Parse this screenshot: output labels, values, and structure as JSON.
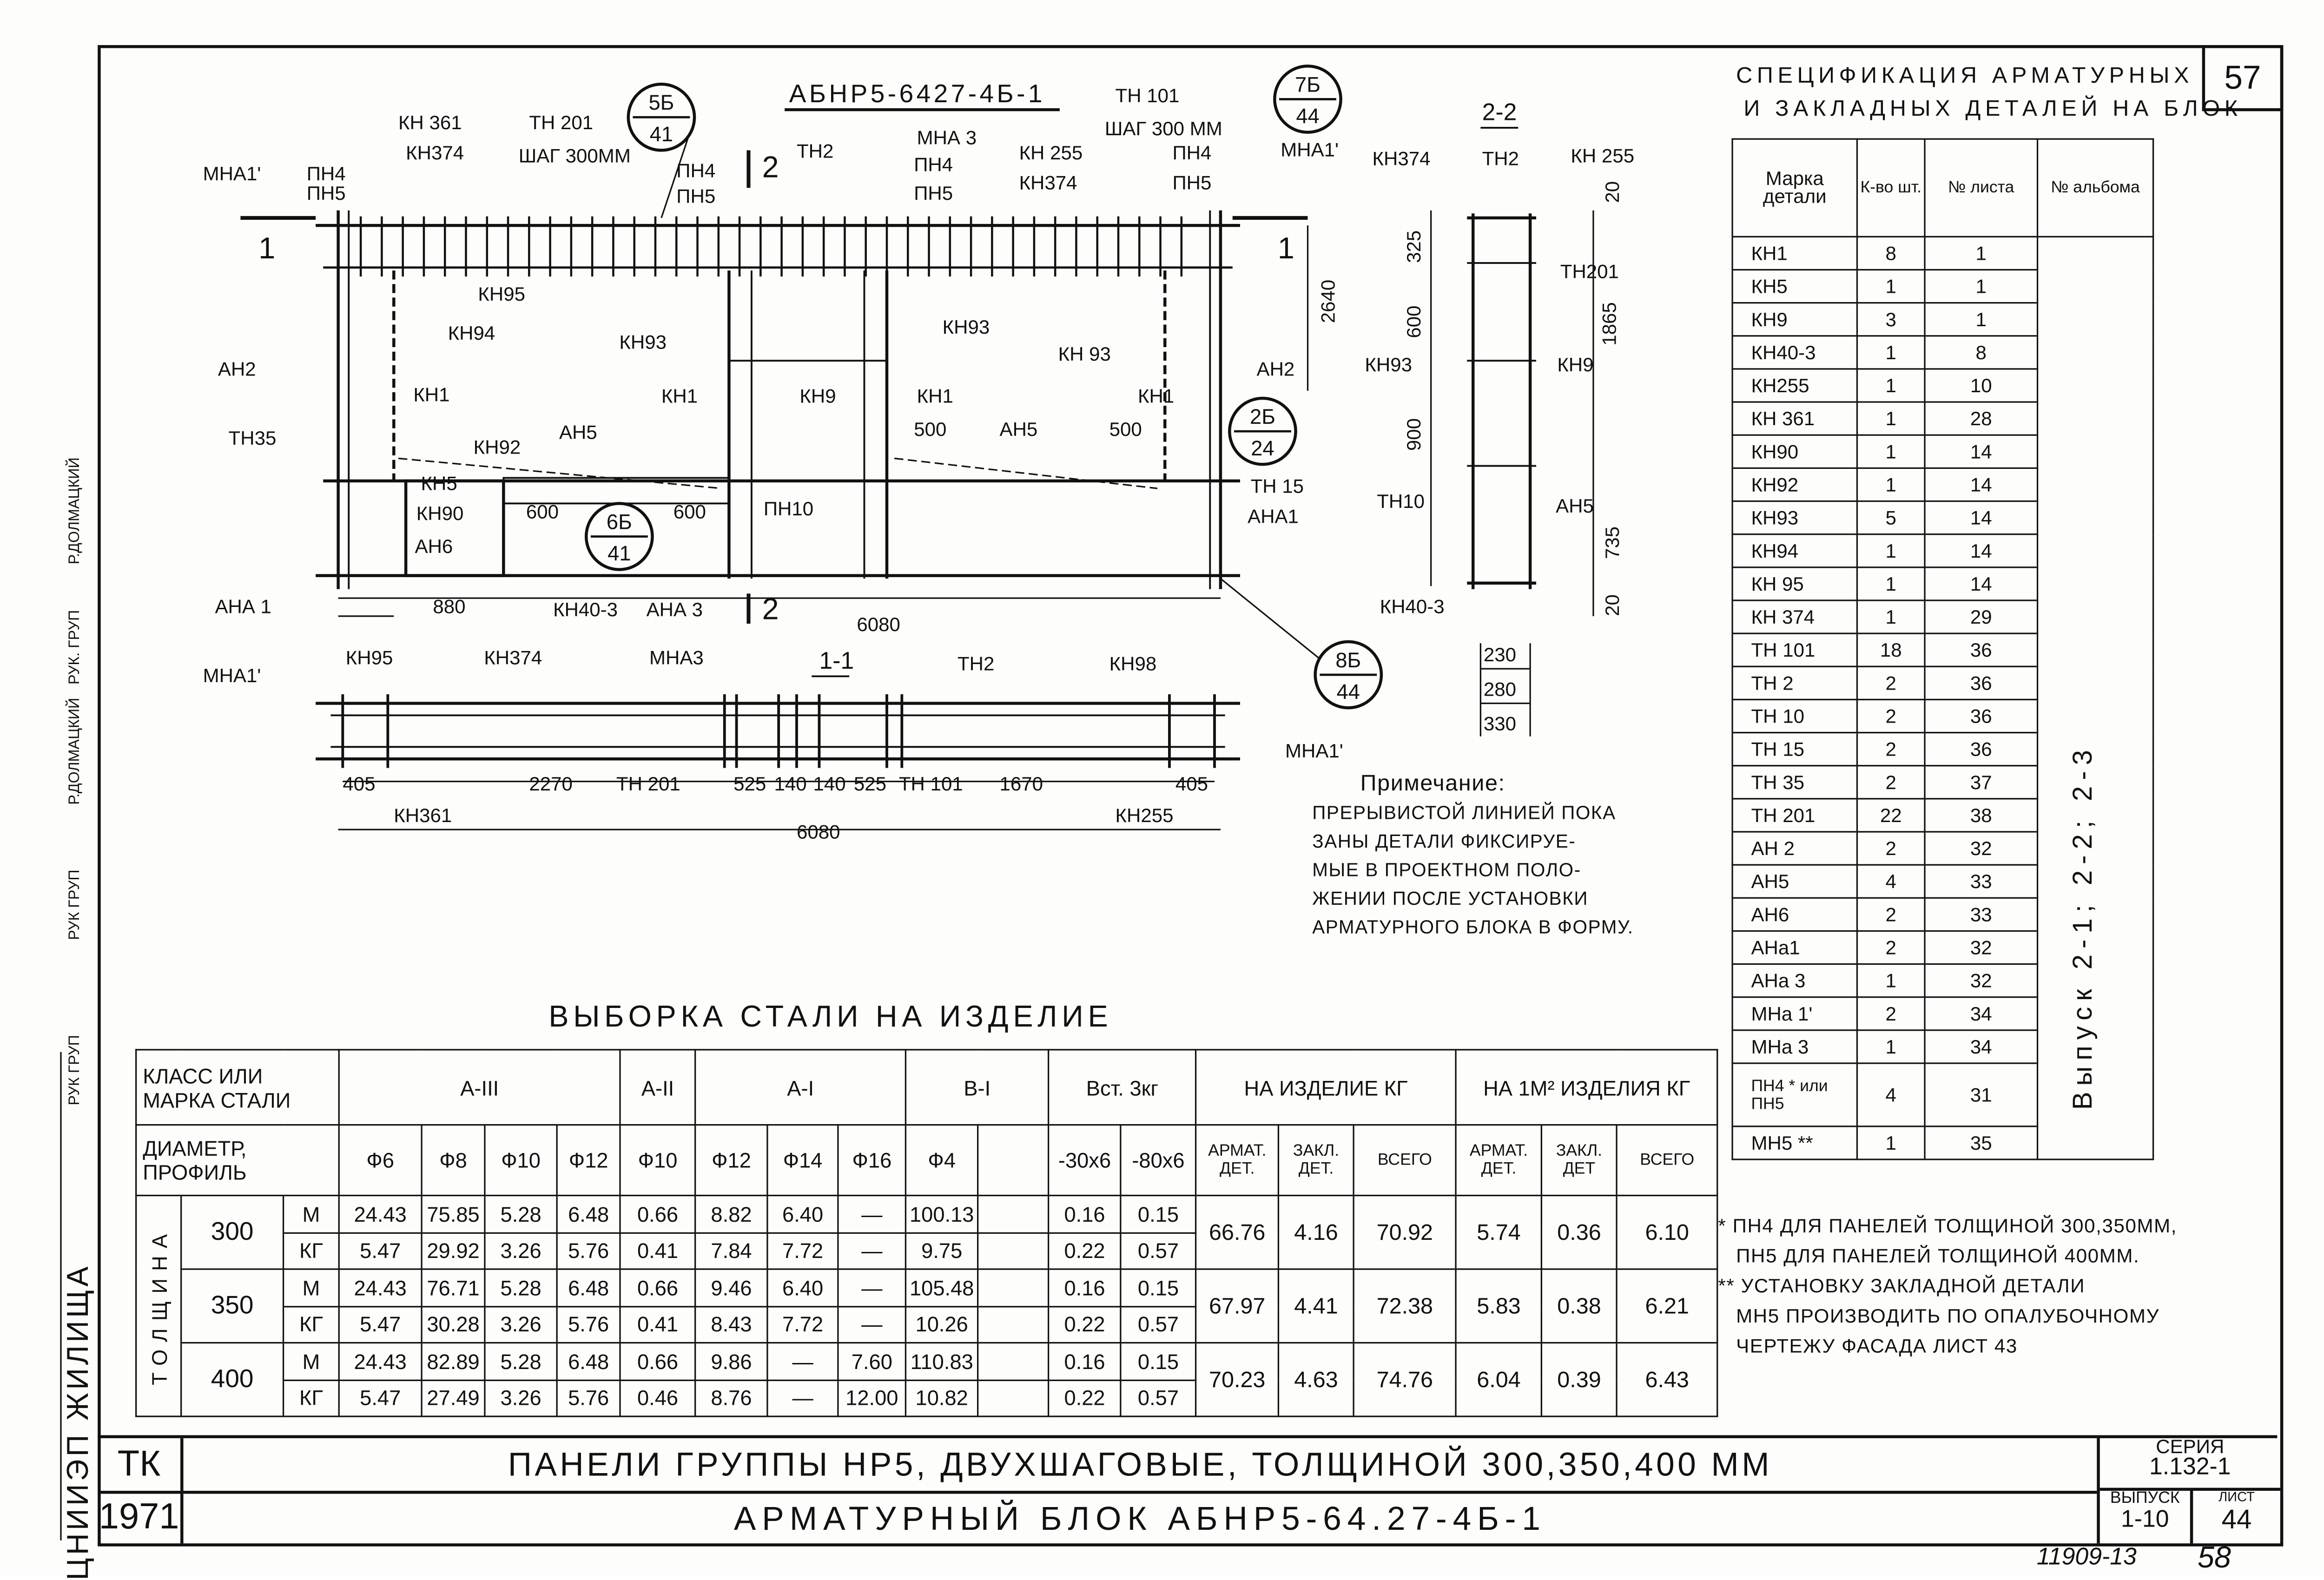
{
  "sheet": {
    "number_top": "57",
    "bottom_code": "11909-13",
    "bottom_page": "58"
  },
  "stamp": {
    "org": "ЦНИИЭП ЖИЛИЩА",
    "roles": [
      "РУК ГРУП",
      "РУК ГРУП",
      "Р.ДОЛМАЦКИЙ",
      "РУК. ГРУП",
      "Р.ДОЛМАЦКИЙ"
    ]
  },
  "drawing": {
    "title": "АБНР5-6427-4б-1",
    "elevation_labels": [
      "КН 361",
      "ТН 201",
      "КН374",
      "ШАГ 300ММ",
      "МНа1'",
      "ПН4",
      "ПН5",
      "ПН4",
      "ПН5",
      "ТН2",
      "МНа 3",
      "ПН4",
      "ПН5",
      "КН 255",
      "КН374",
      "ТН 101",
      "ШАГ 300 ММ",
      "ПН4",
      "ПН5",
      "МНа1'",
      "КН95",
      "КН94",
      "КН93",
      "КН93",
      "КН 93",
      "АН2",
      "КН1",
      "КН1",
      "КН9",
      "КН1",
      "КН1",
      "АН2",
      "2640",
      "ТН35",
      "КН92",
      "АН5",
      "500",
      "АН5",
      "500",
      "КН5",
      "ТН 15",
      "КН90",
      "600",
      "600",
      "ПН10",
      "АН6",
      "АНа1",
      "АНа 1",
      "880",
      "КН40-3",
      "АНа 3",
      "6080"
    ],
    "callouts": [
      {
        "top": "5б",
        "bottom": "41"
      },
      {
        "top": "7б",
        "bottom": "44"
      },
      {
        "top": "2б",
        "bottom": "24"
      },
      {
        "top": "6б",
        "bottom": "41"
      },
      {
        "top": "8б",
        "bottom": "44"
      }
    ],
    "section_marks": [
      "1",
      "1",
      "2",
      "2"
    ],
    "section22": {
      "title": "2-2",
      "labels": [
        "КН374",
        "ТН2",
        "КН 255",
        "20",
        "325",
        "ТН201",
        "600",
        "1865",
        "КН93",
        "КН9",
        "900",
        "ТН10",
        "АН5",
        "735",
        "20",
        "КН40-3",
        "230",
        "280",
        "330"
      ]
    },
    "section11": {
      "title": "1-1",
      "labels": [
        "КН95",
        "КН374",
        "МНа3",
        "ТН2",
        "КН98",
        "МНа1'",
        "МНа1'",
        "405",
        "2270",
        "ТН 201",
        "525",
        "140",
        "140",
        "525",
        "ТН 101",
        "1670",
        "405",
        "КН361",
        "КН255",
        "6080"
      ]
    }
  },
  "note": {
    "title": "Примечание:",
    "lines": [
      "Прерывистой линией пока",
      "заны детали фиксируе-",
      "мые в проектном поло-",
      "жении после установки",
      "арматурного блока в форму."
    ]
  },
  "spec": {
    "title_line1": "спецификация арматурных",
    "title_line2": "и закладных деталей на блок",
    "headers": [
      "Марка детали",
      "К-во шт.",
      "№ листа",
      "№ альбома"
    ],
    "album": "Выпуск 2-1; 2-2; 2-3",
    "rows": [
      [
        "КН1",
        "8",
        "1"
      ],
      [
        "КН5",
        "1",
        "1"
      ],
      [
        "КН9",
        "3",
        "1"
      ],
      [
        "КН40-3",
        "1",
        "8"
      ],
      [
        "КН255",
        "1",
        "10"
      ],
      [
        "КН 361",
        "1",
        "28"
      ],
      [
        "КН90",
        "1",
        "14"
      ],
      [
        "КН92",
        "1",
        "14"
      ],
      [
        "КН93",
        "5",
        "14"
      ],
      [
        "КН94",
        "1",
        "14"
      ],
      [
        "КН 95",
        "1",
        "14"
      ],
      [
        "КН 374",
        "1",
        "29"
      ],
      [
        "ТН 101",
        "18",
        "36"
      ],
      [
        "ТН 2",
        "2",
        "36"
      ],
      [
        "ТН 10",
        "2",
        "36"
      ],
      [
        "ТН 15",
        "2",
        "36"
      ],
      [
        "ТН 35",
        "2",
        "37"
      ],
      [
        "ТН 201",
        "22",
        "38"
      ],
      [
        "АН 2",
        "2",
        "32"
      ],
      [
        "АН5",
        "4",
        "33"
      ],
      [
        "АН6",
        "2",
        "33"
      ],
      [
        "АНа1",
        "2",
        "32"
      ],
      [
        "АНа 3",
        "1",
        "32"
      ],
      [
        "МНа 1'",
        "2",
        "34"
      ],
      [
        "МНа 3",
        "1",
        "34"
      ],
      [
        "ПН4 * или ПН5",
        "4",
        "31"
      ],
      [
        "МН5 **",
        "1",
        "35"
      ]
    ]
  },
  "steel": {
    "title": "Выборка стали на изделие",
    "h_class": "класс или марка стали",
    "h_diam": "Диаметр, профиль",
    "h_thick": "толщина",
    "classes": [
      "А-III",
      "А-II",
      "А-I",
      "В-I",
      "Вст. 3кг"
    ],
    "h_per_item": "на изделие кг",
    "h_per_m2": "на 1м² изделия кг",
    "diams": [
      "Ф6",
      "Ф8",
      "Ф10",
      "Ф12",
      "Ф10",
      "Ф12",
      "Ф14",
      "Ф16",
      "Ф4",
      "",
      "-30х6",
      "-80х6"
    ],
    "sub": [
      "армат. дет.",
      "закл. дет.",
      "всего",
      "армат. дет.",
      "закл. дет",
      "всего"
    ],
    "groups": [
      {
        "thickness": "300",
        "rows": [
          {
            "unit": "М",
            "v": [
              "24.43",
              "75.85",
              "5.28",
              "6.48",
              "0.66",
              "8.82",
              "6.40",
              "—",
              "100.13",
              "",
              "0.16",
              "0.15"
            ]
          },
          {
            "unit": "КГ",
            "v": [
              "5.47",
              "29.92",
              "3.26",
              "5.76",
              "0.41",
              "7.84",
              "7.72",
              "—",
              "9.75",
              "",
              "0.22",
              "0.57"
            ]
          }
        ],
        "totals": [
          "66.76",
          "4.16",
          "70.92",
          "5.74",
          "0.36",
          "6.10"
        ]
      },
      {
        "thickness": "350",
        "rows": [
          {
            "unit": "М",
            "v": [
              "24.43",
              "76.71",
              "5.28",
              "6.48",
              "0.66",
              "9.46",
              "6.40",
              "—",
              "105.48",
              "",
              "0.16",
              "0.15"
            ]
          },
          {
            "unit": "КГ",
            "v": [
              "5.47",
              "30.28",
              "3.26",
              "5.76",
              "0.41",
              "8.43",
              "7.72",
              "—",
              "10.26",
              "",
              "0.22",
              "0.57"
            ]
          }
        ],
        "totals": [
          "67.97",
          "4.41",
          "72.38",
          "5.83",
          "0.38",
          "6.21"
        ]
      },
      {
        "thickness": "400",
        "rows": [
          {
            "unit": "М",
            "v": [
              "24.43",
              "82.89",
              "5.28",
              "6.48",
              "0.66",
              "9.86",
              "—",
              "7.60",
              "110.83",
              "",
              "0.16",
              "0.15"
            ]
          },
          {
            "unit": "КГ",
            "v": [
              "5.47",
              "27.49",
              "3.26",
              "5.76",
              "0.46",
              "8.76",
              "—",
              "12.00",
              "10.82",
              "",
              "0.22",
              "0.57"
            ]
          }
        ],
        "totals": [
          "70.23",
          "4.63",
          "74.76",
          "6.04",
          "0.39",
          "6.43"
        ]
      }
    ]
  },
  "footnotes": [
    "* ПН4 для панелей толщиной 300,350мм,",
    "ПН5 для панелей толщиной 400мм.",
    "** Установку закладной детали",
    "МН5 производить по опалубочному",
    "чертежу фасада лист 43"
  ],
  "title_block": {
    "tk": "ТК",
    "year": "1971",
    "line1": "Панели группы НР5, двухшаговые, толщиной 300,350,400 мм",
    "line2": "Арматурный блок АБНР5-64.27-4б-1",
    "series_label": "серия",
    "series": "1.132-1",
    "issue_label": "выпуск",
    "issue": "1-10",
    "sheet_label": "лист",
    "sheet": "44"
  }
}
